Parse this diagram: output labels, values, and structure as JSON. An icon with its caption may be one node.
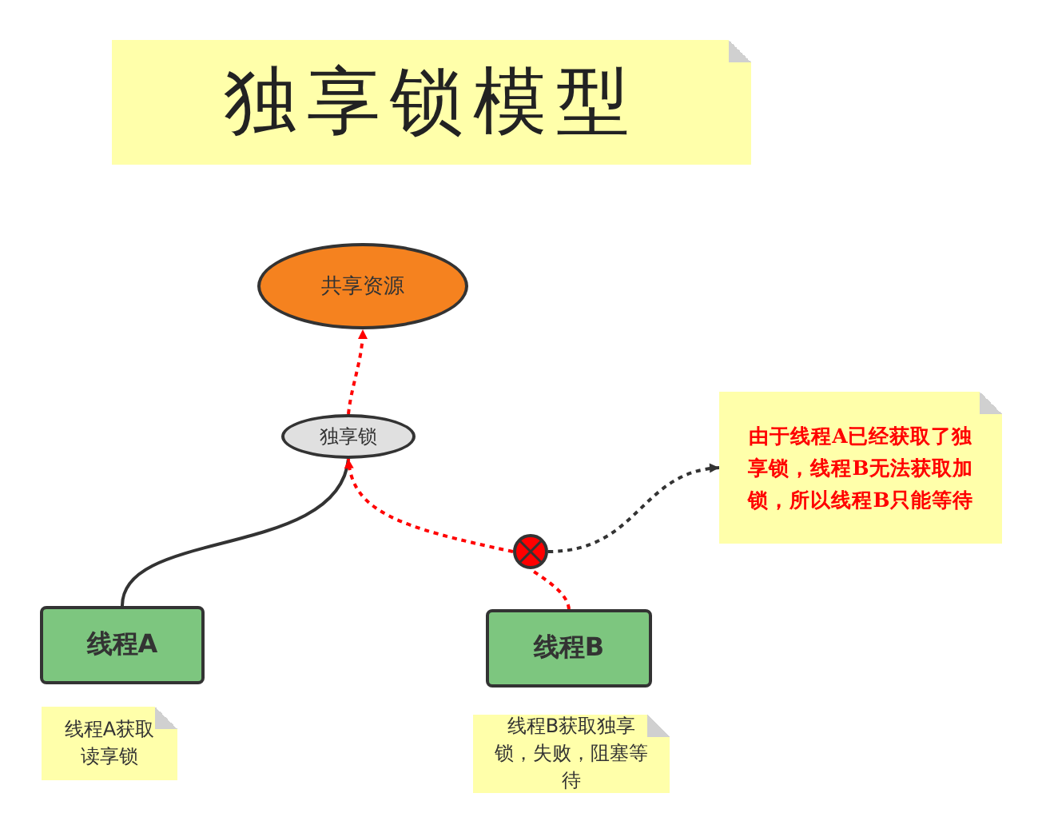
{
  "diagram": {
    "title": "独享锁模型",
    "nodes": [
      {
        "text": [
          "共享资源"
        ]
      },
      {
        "text": [
          "独享锁"
        ]
      },
      {
        "text": [
          "线程A"
        ]
      },
      {
        "text": [
          "线程B"
        ]
      },
      {
        "text": [],
        "shape": "circle"
      },
      {
        "text": [
          "由于线程A已经获取了独享锁，线程B无法获取加锁，所以线程B只能等待"
        ]
      },
      {
        "text": [
          "线程A获取读享锁"
        ]
      },
      {
        "text": [
          "线程B获取独享锁，失败，阻塞等待"
        ]
      }
    ],
    "edges": [
      {
        "from": 1,
        "to": 0,
        "arrow": "to",
        "style": "dashed"
      },
      {
        "from": 2,
        "to": 1,
        "arrow": "none",
        "color": "#333333"
      },
      {
        "from": 3,
        "to": 4,
        "arrow": "none",
        "style": "dashed"
      },
      {
        "from": 4,
        "to": 1,
        "arrow": "to",
        "style": "dashed"
      },
      {
        "from": 4,
        "to": 5,
        "arrow": "to",
        "style": "dashed",
        "color": "#333333"
      }
    ]
  }
}
